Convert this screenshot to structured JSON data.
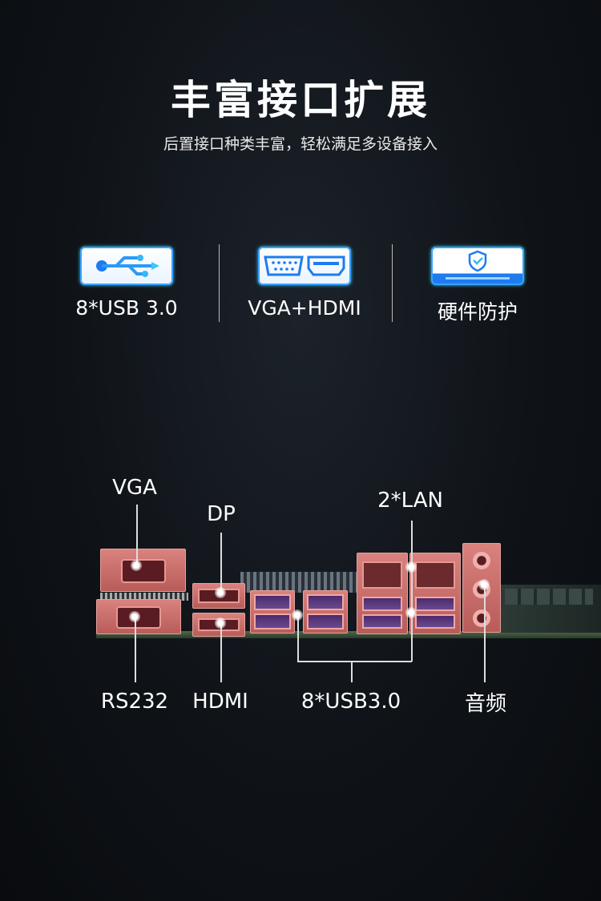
{
  "header": {
    "title": "丰富接口扩展",
    "subtitle": "后置接口种类丰富，轻松满足多设备接入"
  },
  "features": [
    {
      "icon": "usb-icon",
      "label": "8*USB 3.0"
    },
    {
      "icon": "vga-hdmi-icon",
      "label": "VGA+HDMI"
    },
    {
      "icon": "shield-icon",
      "label": "硬件防护"
    }
  ],
  "ports": {
    "vga": "VGA",
    "dp": "DP",
    "lan": "2*LAN",
    "rs232": "RS232",
    "hdmi": "HDMI",
    "usb": "8*USB3.0",
    "audio": "音频"
  },
  "colors": {
    "accent": "#2f8cff",
    "port_highlight": "#d9827e"
  }
}
